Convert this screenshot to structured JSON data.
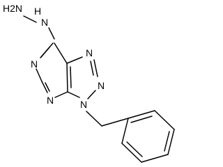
{
  "molecule": {
    "atom_labels": {
      "hydrazine_terminal": "H2N",
      "hydrazine_inner": "H",
      "hydrazine_inner_n": "N",
      "pyrimidine_n_top": "N",
      "pyrimidine_n_bottom": "N",
      "triazole_n1": "N",
      "triazole_n2": "N",
      "triazole_n3": "N"
    },
    "colors": {
      "ink": "#000000",
      "background": "#ffffff"
    }
  }
}
